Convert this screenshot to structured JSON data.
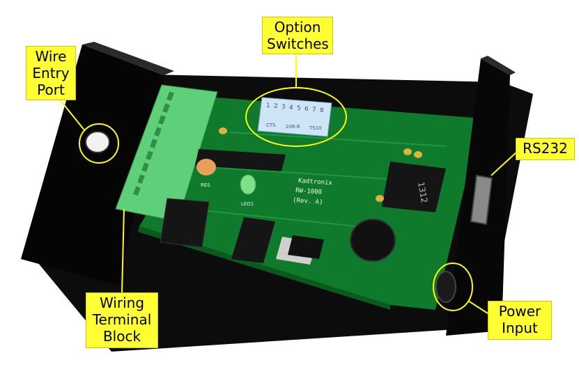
{
  "labels": {
    "wire_entry_port": "Wire\nEntry\nPort",
    "option_switches": "Option\nSwitches",
    "rs232": "RS232",
    "wiring_terminal_block": "Wiring\nTerminal\nBlock",
    "power_input": "Power\nInput"
  },
  "board_text": {
    "brand": "Kadtronix",
    "model": "RW-1000",
    "revision": "(Rev. A)",
    "chip_id": "1312",
    "led_label": "LED1",
    "res_label": "RES",
    "switch_numbers": [
      "1",
      "2",
      "3",
      "4",
      "5",
      "6",
      "7",
      "8"
    ],
    "switch_legend": [
      "CTS",
      "206-8",
      "TS10"
    ]
  },
  "colors": {
    "callout_fill": "#ffff33",
    "callout_line": "#ffff00",
    "pcb_green": "#0f7a2c",
    "enclosure_black": "#0a0a0a",
    "terminal_green": "#5fcf7a",
    "dip_switch_blue": "#cfe4f4"
  }
}
